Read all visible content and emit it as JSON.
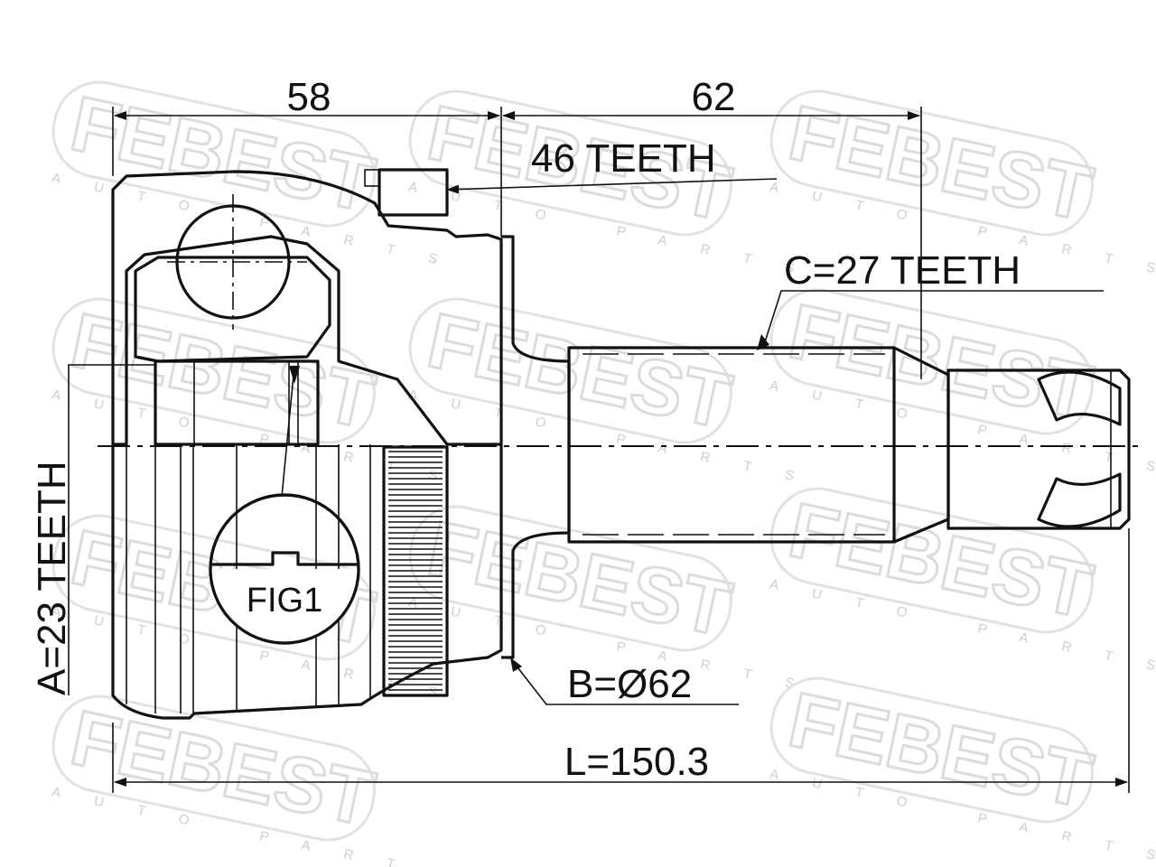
{
  "watermark": {
    "brand": "FEBEST",
    "subtitle": "AUTO PARTS"
  },
  "dimensions": {
    "length_58": "58",
    "length_62": "62",
    "total_length": "L=150.3",
    "abs_diameter": "B=Ø62"
  },
  "callouts": {
    "abs_ring_teeth": "46 TEETH",
    "outer_spline_teeth": "C=27 TEETH",
    "inner_spline_teeth": "A=23 TEETH",
    "figure_label": "FIG1"
  },
  "colors": {
    "line": "#111111",
    "watermark": "#dcdcdc",
    "background": "#ffffff"
  }
}
